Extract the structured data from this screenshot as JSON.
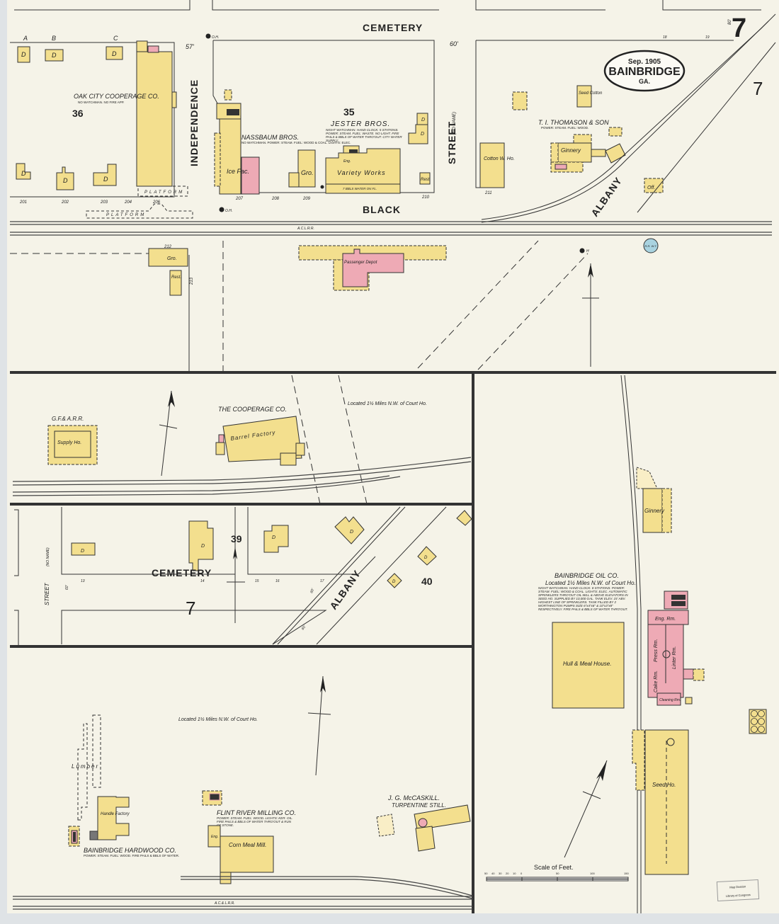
{
  "sheet": {
    "number": "7",
    "side_number": "7",
    "cartouche": {
      "date": "Sep. 1905",
      "city": "BAINBRIDGE",
      "state": "GA."
    }
  },
  "streets": {
    "cemetery_top": "CEMETERY",
    "independence": "INDEPENDENCE",
    "street_no_name_top": "STREET",
    "no_name_top": "(NO NAME)",
    "black": "BLACK",
    "albany_top": "ALBANY",
    "cemetery_mid": "CEMETERY",
    "albany_mid": "ALBANY",
    "street_no_name_mid": "STREET",
    "no_name_mid": "(NO NAME)",
    "width_57": "57'",
    "width_60a": "60'",
    "width_80": "80'",
    "width_60b": "60'",
    "width_60c": "60'",
    "width_65": "65'"
  },
  "railroads": {
    "acl_top": "A.C.L.R.R.",
    "acl_bottom": "A.C.& L.R.R."
  },
  "blocks": {
    "b36": "36",
    "b35": "35",
    "b39": "39",
    "b40": "40",
    "b7": "7"
  },
  "lot_letters": [
    "A",
    "B",
    "C"
  ],
  "addresses": {
    "a201": "201",
    "a202": "202",
    "a203": "203",
    "a204": "204",
    "a206": "206",
    "a207": "207",
    "a208": "208",
    "a209": "209",
    "a210": "210",
    "a211": "211",
    "a212": "212",
    "a213": "213",
    "a18": "18",
    "a19": "19",
    "a13": "13",
    "a14": "14",
    "a15": "15",
    "a16": "16",
    "a17": "17"
  },
  "businesses": {
    "oak_city": {
      "name": "OAK CITY COOPERAGE CO.",
      "note": "NO WATCHMAN. NO FIRE APP."
    },
    "nassbaum": {
      "name": "NASSBAUM BROS.",
      "note": "NO WATCHMAN. POWER: STEAM. FUEL: WOOD & COAL. LIGHTS: ELEC."
    },
    "jester": {
      "name": "JESTER BROS.",
      "note": "NIGHT WATCHMAN. HAND CLOCK. 5 STATIONS. POWER: STEAM. FUEL: WASTE. NO LIGHT. FIRE PAILS & BBLS OF WATER THRO'OUT. CITY WATER SUPPLY."
    },
    "thomason": {
      "name": "T. I. THOMASON & SON",
      "note": "POWER: STEAM. FUEL: WOOD."
    },
    "gfa": {
      "name": "G.F.& A.R.R."
    },
    "cooperage": {
      "name": "THE COOPERAGE CO."
    },
    "oil_co": {
      "name": "BAINBRIDGE OIL CO.",
      "location": "Located 1½ Miles N.W. of Court Ho.",
      "note": "NIGHT WATCHMAN. HAND CLOCK. 8 STATIONS. POWER: STEAM. FUEL: WOOD & COAL. LIGHTS: ELEC. AUTOMATIC SPRINKLERS THRO'OUT OIL MILL & ABOVE ELEVATORS IN SEED HO. SUPPLIED BY 10,000 GAL. TANK ELEV. 15' ABV. HIGHEST LINE OF SPRINKLERS. TANK FILLED BY 2 WORTHINGTON PUMPS SIZE 6\"x4\"x6\" & 10\"x3\"x8\" RESPECTIVELY. FIRE PAILS & BBLS OF WATER THRO'OUT."
    },
    "hardwood": {
      "name": "BAINBRIDGE HARDWOOD CO.",
      "note": "POWER: STEAM. FUEL: WOOD. FIRE PAILS & BBLS OF WATER."
    },
    "flint": {
      "name": "FLINT RIVER MILLING CO.",
      "note": "POWER: STEAM. FUEL: WOOD. LIGHTS: KER. OIL. FIRE PAILS & BBLS OF WATER THRO'OUT & RUN OF STONE."
    },
    "mccaskill": {
      "name": "J. G. McCASKILL.",
      "sub": "TURPENTINE STILL."
    }
  },
  "buildings": {
    "dwelling": "D",
    "platform": "PLATFORM",
    "ice_fac": "Ice Fac.",
    "gro": "Gro.",
    "variety_works": "Variety Works",
    "eng": "Eng.",
    "rest": "Rest.",
    "water_note": "7 BBLS WATER ON FL.",
    "cotton_wh": "Cotton W. Ho.",
    "seed_cotton": "Seed Cotton",
    "ginnery": "Ginnery",
    "off": "Off.",
    "gro2": "Gro.",
    "rest2": "Rest.",
    "passenger_depot": "Passenger Depot",
    "rr_wt": "R.R. W.T.",
    "hydrant": "H",
    "oh": "O.H.",
    "supply_ho": "Supply Ho.",
    "barrel_factory": "Barrel Factory",
    "ginnery2": "Ginnery",
    "eng_rm": "Eng. Rm.",
    "press_rm": "Press Rm.",
    "linter_rm": "Linter Rm.",
    "cake_rm": "Cake Rm.",
    "cleaning_rm": "Cleaning Rm.",
    "hull_meal": "Hull & Meal House.",
    "seed_ho": "Seed Ho.",
    "lumber": "Lumber",
    "handle_factory": "Handle Factory",
    "corn_meal_mill": "Corn Meal Mill.",
    "platform2": "PLATFORM"
  },
  "locations": {
    "cooperage_loc": "Located 1½ Miles N.W. of Court Ho.",
    "bottom_loc": "Located 1½ Miles N.W. of Court Ho."
  },
  "scale": {
    "title": "Scale of Feet.",
    "ticks": [
      "50",
      "40",
      "30",
      "20",
      "10",
      "0",
      "50",
      "100",
      "150"
    ]
  },
  "stamp": {
    "line1": "Map Division",
    "line2": "Library of Congress"
  },
  "colors": {
    "paper": "#f5f3e8",
    "frame": "#333333",
    "frame_building": "#f3df8e",
    "brick_building": "#eeaab5",
    "water_tank": "#a9d3e0"
  }
}
